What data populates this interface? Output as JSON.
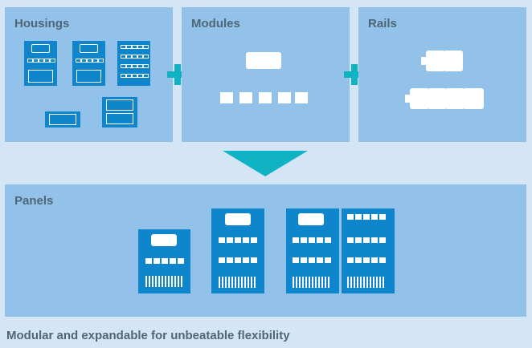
{
  "sections": {
    "housings": {
      "title": "Housings"
    },
    "modules": {
      "title": "Modules"
    },
    "rails": {
      "title": "Rails"
    },
    "panels": {
      "title": "Panels"
    }
  },
  "caption": "Modular and expandable for unbeatable flexibility",
  "colors": {
    "background": "#d4e6f5",
    "box": "#92c2ea",
    "device": "#0f85cc",
    "accent": "#10b3c4",
    "text": "#4f6677"
  },
  "icons": [
    "plus-icon",
    "down-arrow-icon"
  ]
}
